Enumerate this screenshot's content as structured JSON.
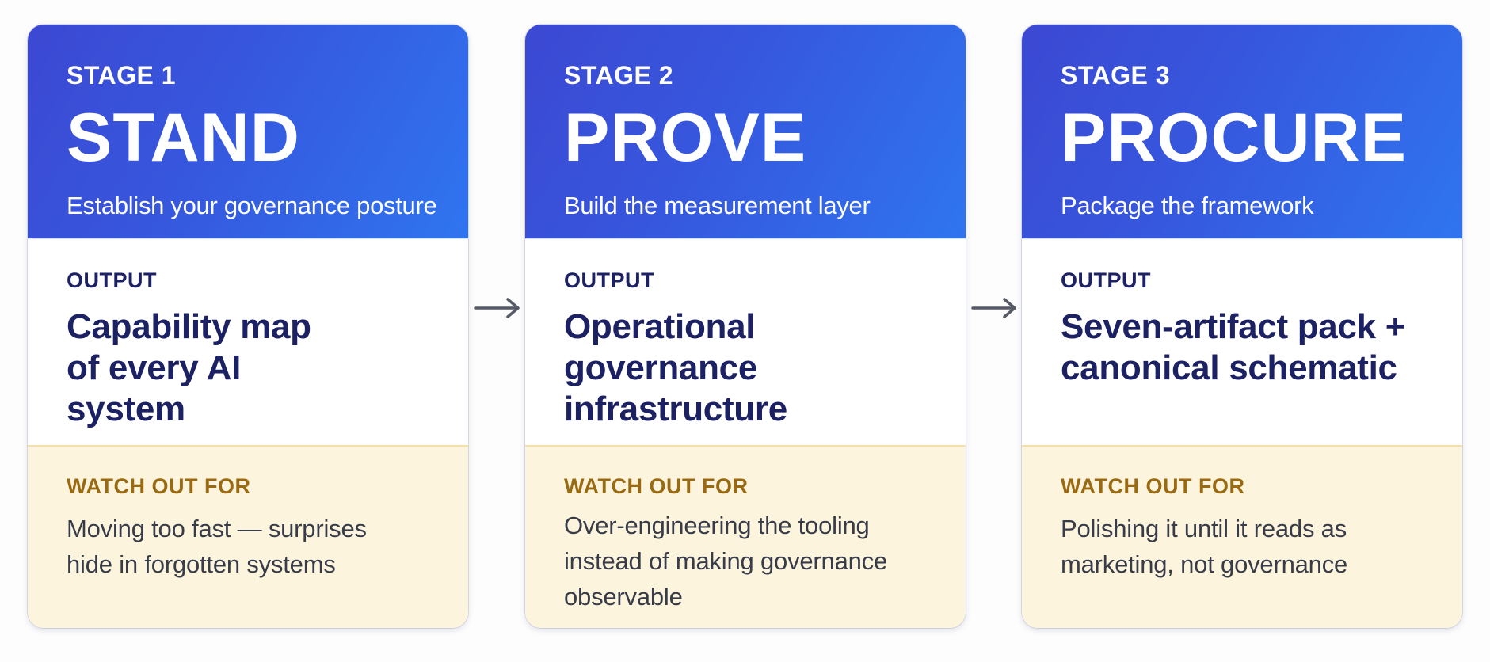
{
  "stages": [
    {
      "label": "STAGE 1",
      "name": "STAND",
      "subtitle": "Establish your governance posture",
      "output_label": "OUTPUT",
      "output_text": "Capability map of every AI system",
      "watch_label": "WATCH OUT FOR",
      "watch_text": "Moving too fast — surprises hide in forgotten systems"
    },
    {
      "label": "STAGE 2",
      "name": "PROVE",
      "subtitle": "Build the measurement layer",
      "output_label": "OUTPUT",
      "output_text": "Operational governance infrastructure",
      "watch_label": "WATCH OUT FOR",
      "watch_text": "Over-engineering the tooling instead of making governance observable"
    },
    {
      "label": "STAGE 3",
      "name": "PROCURE",
      "subtitle": "Package the framework",
      "output_label": "OUTPUT",
      "output_text": "Seven-artifact pack + canonical schematic",
      "watch_label": "WATCH OUT FOR",
      "watch_text": "Polishing it until it reads as marketing, not governance"
    }
  ],
  "connectors": [
    {
      "icon": "arrow-right-icon",
      "from": "STAGE 1",
      "to": "STAGE 2"
    },
    {
      "icon": "arrow-right-icon",
      "from": "STAGE 2",
      "to": "STAGE 3"
    }
  ],
  "colors": {
    "header_gradient_start": "#3c48d2",
    "header_gradient_end": "#2f75ef",
    "output_text": "#1b2163",
    "watch_label": "#9a6a13",
    "watch_background": "#fdf4de",
    "watch_text": "#373c48",
    "arrow": "#555a66"
  }
}
